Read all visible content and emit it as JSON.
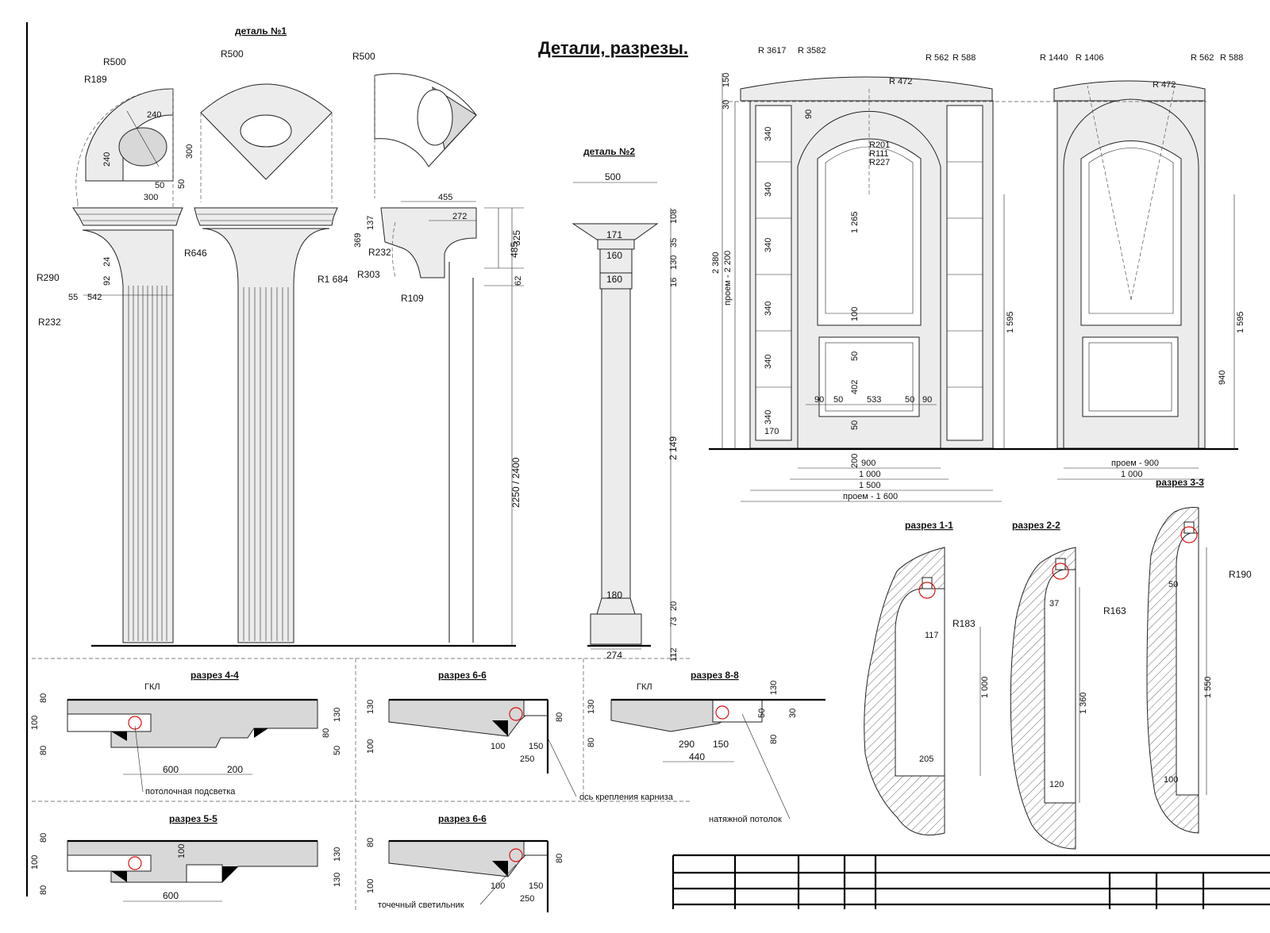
{
  "title": "Детали, разрезы.",
  "labels": {
    "detail1": "деталь №1",
    "detail2": "деталь №2",
    "section_1_1": "разрез 1-1",
    "section_2_2": "разрез 2-2",
    "section_3_3": "разрез 3-3",
    "section_4_4": "разрез 4-4",
    "section_5_5": "разрез 5-5",
    "section_6_6a": "разрез 6-6",
    "section_6_6b": "разрез 6-6",
    "section_8_8": "разрез 8-8"
  },
  "notes": {
    "gkl_a": "ГКЛ",
    "gkl_b": "ГКЛ",
    "ceiling_light": "потолочная подсветка",
    "cornice_axis": "ось крепления карниза",
    "stretch_ceiling": "натяжной потолок",
    "spot_light": "точечный светильник",
    "opening_2200": "проем - 2 200",
    "opening_1600": "проем - 1 600",
    "opening_900": "проем - 900"
  },
  "dims": {
    "r500a": "R500",
    "r189": "R189",
    "d240a": "240",
    "d240b": "240",
    "d300a": "300",
    "d300b": "300",
    "d50a": "50",
    "d50b": "50",
    "r500b": "R500",
    "r500c": "R500",
    "r646": "R646",
    "r290": "R290",
    "r232a": "R232",
    "d24": "24",
    "d92": "92",
    "d55": "55",
    "d542": "542",
    "d455": "455",
    "d272": "272",
    "d137": "137",
    "d369": "369",
    "r232b": "R232",
    "r303": "R303",
    "r1684": "R1 684",
    "r109": "R109",
    "d325": "325",
    "d485": "485",
    "d62": "62",
    "d2250": "2250 / 2400",
    "d500": "500",
    "d171": "171",
    "d160a": "160",
    "d160b": "160",
    "d180": "180",
    "d274": "274",
    "d108": "108",
    "d35": "35",
    "d130c": "130",
    "d16": "16",
    "d2149": "2 149",
    "d20": "20",
    "d73": "73",
    "d112": "112",
    "r3617": "R 3617",
    "r3582": "R 3582",
    "r562a": "R 562",
    "r588a": "R 588",
    "r472a": "R 472",
    "r201": "R201",
    "r111": "R111",
    "r227": "R227",
    "d150": "150",
    "d30": "30",
    "d2380": "2 380",
    "d90a": "90",
    "d340a": "340",
    "d340b": "340",
    "d340c": "340",
    "d340d": "340",
    "d340e": "340",
    "d340f": "340",
    "d1265": "1 265",
    "d100": "100",
    "d50c": "50",
    "d402": "402",
    "d50d": "50",
    "d200": "200",
    "d90b": "90",
    "d50e": "50",
    "d533": "533",
    "d50f": "50",
    "d90c": "90",
    "d170": "170",
    "d1595a": "1 595",
    "d900": "900",
    "d1000a": "1 000",
    "d1500": "1 500",
    "r1440": "R 1440",
    "r1406": "R 1406",
    "r562b": "R 562",
    "r588b": "R 588",
    "r472b": "R 472",
    "d1595b": "1 595",
    "d940": "940",
    "d1000b": "1 000",
    "r183": "R183",
    "d117": "117",
    "d1000c": "1 000",
    "d205": "205",
    "r163": "R163",
    "d37": "37",
    "d1360": "1 360",
    "d120": "120",
    "r190": "R190",
    "d50g": "50",
    "d1550": "1 550",
    "d100b": "100",
    "s44_80a": "80",
    "s44_100": "100",
    "s44_80b": "80",
    "s44_130": "130",
    "s44_80c": "80",
    "s44_50": "50",
    "s44_600": "600",
    "s44_200": "200",
    "s66_130": "130",
    "s66_100": "100",
    "s66_80": "80",
    "s66_100b": "100",
    "s66_150": "150",
    "s66_250": "250",
    "s88_130a": "130",
    "s88_80": "80",
    "s88_130b": "130",
    "s88_50": "50",
    "s88_30": "30",
    "s88_80b": "80",
    "s88_290": "290",
    "s88_150": "150",
    "s88_440": "440",
    "s55_80a": "80",
    "s55_100": "100",
    "s55_80b": "80",
    "s55_100b": "100",
    "s55_130a": "130",
    "s55_130b": "130",
    "s55_600": "600",
    "s66b_80": "80",
    "s66b_100": "100",
    "s66b_80b": "80",
    "s66b_100b": "100",
    "s66b_150": "150",
    "s66b_250": "250"
  }
}
